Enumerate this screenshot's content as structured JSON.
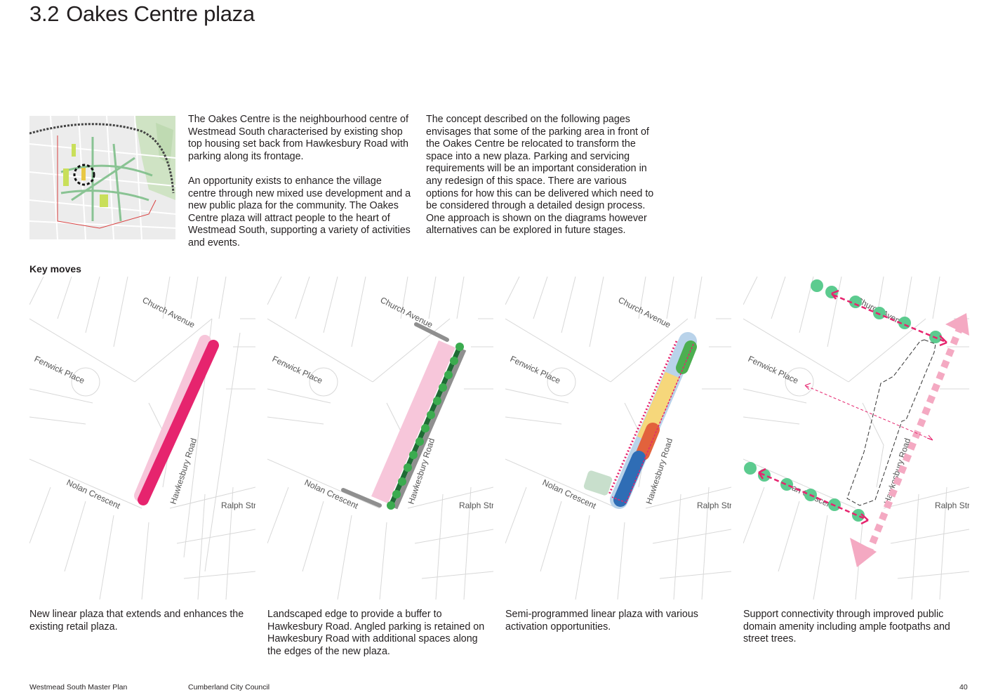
{
  "page": {
    "section_number": "3.2",
    "title": "Oakes Centre plaza",
    "key_moves_label": "Key moves"
  },
  "intro": {
    "col1_p1": "The Oakes Centre is the neighbourhood centre of Westmead South characterised by existing shop top housing set back from Hawkesbury Road with parking along its frontage.",
    "col1_p2": "An opportunity exists to enhance the village centre through new mixed use development and a new public plaza for the community. The Oakes Centre plaza will attract people to the heart of Westmead South, supporting a variety of activities and events.",
    "col2_p1": "The concept described on the following pages envisages that some of the parking area in front of the Oakes Centre be relocated to transform the space into a new plaza. Parking and servicing requirements will be an important consideration in any redesign of this space. There are various options for how this can be delivered which need to be considered through a detailed design process. One approach is shown on the diagrams however alternatives can be explored in future stages."
  },
  "streets": {
    "church": "Church Avenue",
    "fenwick": "Fenwick Place",
    "nolan": "Nolan Crescent",
    "hawkesbury": "Hawkesbury Road",
    "ralph": "Ralph Str"
  },
  "panels": [
    {
      "caption": "New linear plaza that extends and enhances the existing retail plaza."
    },
    {
      "caption": "Landscaped edge to provide a buffer to Hawkesbury Road. Angled parking is retained on Hawkesbury Road with additional spaces along the edges of the new plaza."
    },
    {
      "caption": "Semi-programmed linear plaza with various activation opportunities."
    },
    {
      "caption": "Support connectivity through improved public domain amenity including ample footpaths and street trees."
    }
  ],
  "colors": {
    "plaza_magenta": "#e6246e",
    "plaza_pink_light": "#f7c6da",
    "tree_green": "#2e8b45",
    "edge_grey": "#8f8f8f",
    "zone_blue": "#2f6db5",
    "zone_lightblue": "#b9d3ea",
    "zone_yellow": "#f6d77b",
    "zone_orange": "#e2623c",
    "zone_green": "#4caf50",
    "tree_mint": "#5ccb8f",
    "arrow_pink": "#f4a9c2"
  },
  "footer": {
    "left": "Westmead South Master Plan",
    "middle": "Cumberland City Council",
    "page_number": "40"
  }
}
